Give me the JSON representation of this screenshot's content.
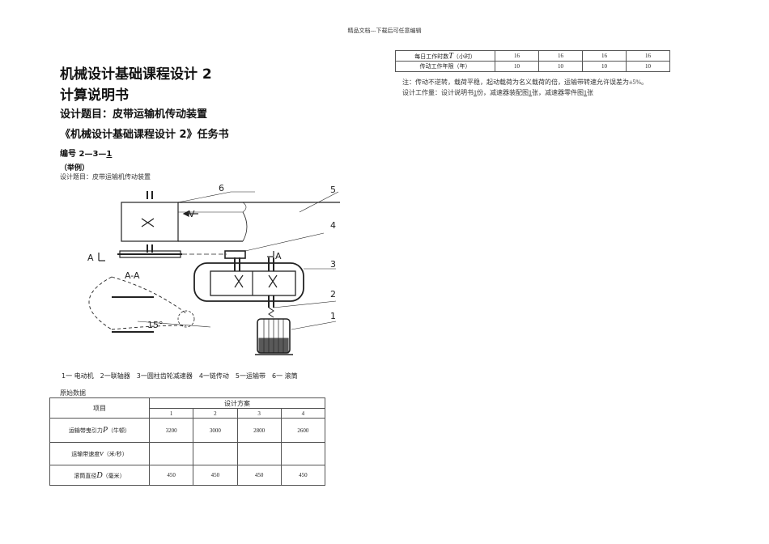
{
  "header_note": "精品文档---下载后可任意编辑",
  "title_line1": "机械设计基础课程设计 2",
  "title_line2": "计算说明书",
  "design_topic_heading": "设计题目：皮带运输机传动装置",
  "task_heading": "《机械设计基础课程设计 2》任务书",
  "serial": {
    "prefix": "编号 2—3—",
    "value": "1"
  },
  "example_label": "（举例）",
  "design_topic_small": "设计题目：皮带运输机传动装置",
  "figure": {
    "section_label": "A-A",
    "arrow_label_a": "A",
    "velocity_label": "V",
    "angle_label": "15°",
    "part_numbers": [
      "6",
      "5",
      "4",
      "3",
      "2",
      "1"
    ],
    "legend": [
      "1一 电动机",
      "2一联轴器",
      "3一圆柱齿轮减速器",
      "4一链传动",
      "5一运输带",
      "6一 滚筒"
    ]
  },
  "raw_data_label": "原始数据",
  "data_table": {
    "col_header_item": "项目",
    "col_header_plan": "设计方案",
    "plans": [
      "1",
      "2",
      "3",
      "4"
    ],
    "rows": [
      {
        "label_pre": "运输带曳引力",
        "var": "P",
        "label_post": "（牛顿）",
        "values": [
          "3200",
          "3000",
          "2800",
          "2600"
        ]
      },
      {
        "label_pre": "运输带速度",
        "var": "v",
        "label_post": "（米/秒）",
        "values": [
          "",
          "",
          "",
          ""
        ]
      },
      {
        "label_pre": "滚筒直径",
        "var": "D",
        "label_post": "（毫米）",
        "values": [
          "450",
          "450",
          "450",
          "450"
        ]
      }
    ]
  },
  "right_table": {
    "rows": [
      {
        "label_pre": "每日工作时数",
        "var": "T",
        "label_post": "（小时）",
        "values": [
          "16",
          "16",
          "16",
          "16"
        ]
      },
      {
        "label_pre": "传动工作年限（年）",
        "var": "",
        "label_post": "",
        "values": [
          "10",
          "10",
          "10",
          "10"
        ]
      }
    ]
  },
  "note_line1": "注：传动不逆转，载荷平稳，起动载荷为名义载荷的倍，运输带转速允许误差为±5%。",
  "note_line2": {
    "p1": "设计工作量：设计说明书",
    "n1": "1",
    "p2": "份，减速器装配图",
    "n2": "1",
    "p3": "张，减速器零件图",
    "n3": "1",
    "p4": "张"
  }
}
